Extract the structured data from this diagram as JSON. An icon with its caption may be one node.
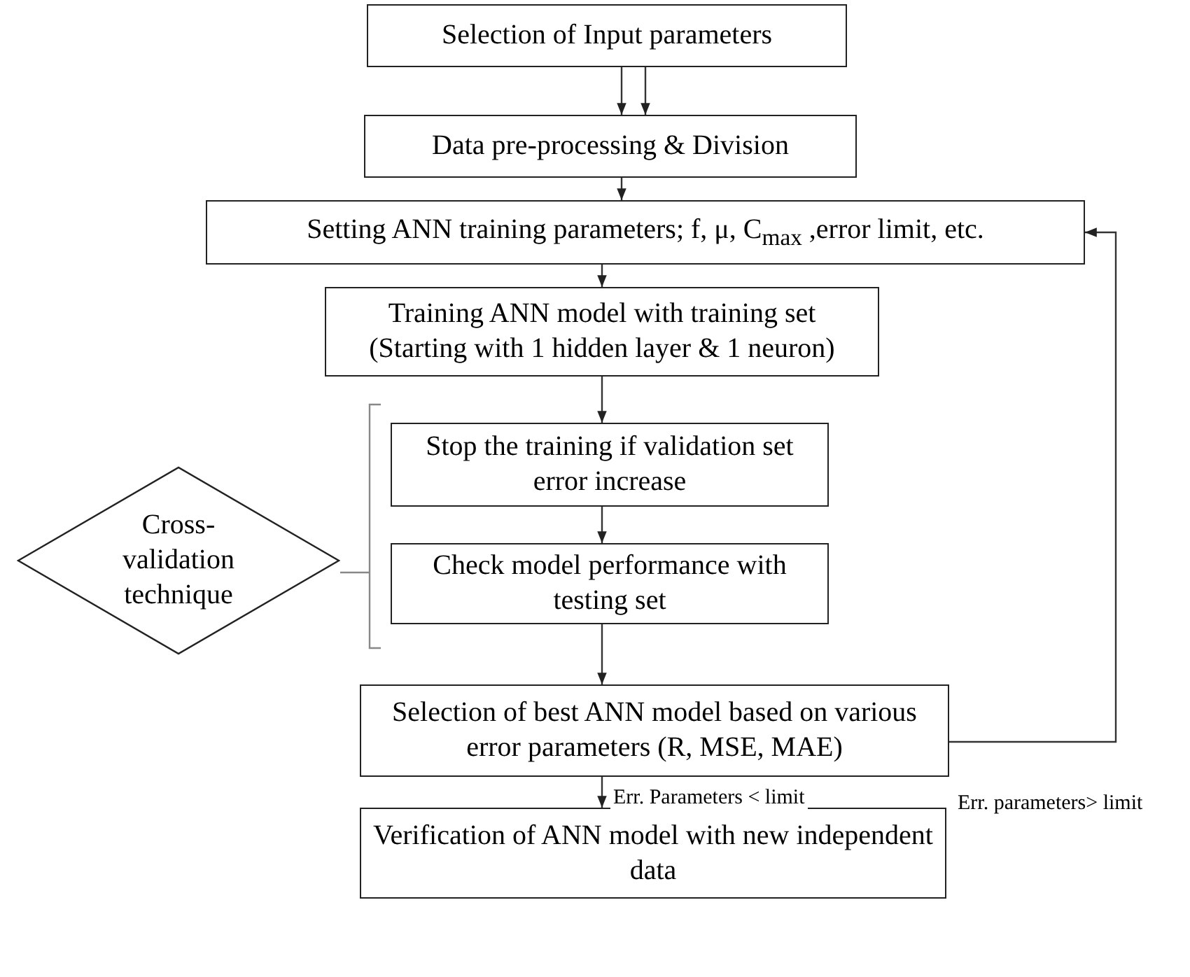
{
  "diagram": {
    "nodes": [
      {
        "text": [
          "Selection of Input parameters"
        ]
      },
      {
        "text": [
          "Data pre-processing & Division"
        ]
      },
      {
        "text": [
          "Setting ANN training parameters; f, μ, C$_{max}$ ,error limit, etc."
        ]
      },
      {
        "text": [
          "Training ANN model with training set (Starting with 1 hidden layer & 1 neuron)"
        ]
      },
      {
        "text": [
          "Stop the training if validation set error increase"
        ]
      },
      {
        "text": [
          "Check model performance with testing set"
        ]
      },
      {
        "text": [
          "Cross-validation technique"
        ]
      },
      {
        "text": [
          "Selection of best ANN model based on various error parameters (R, MSE, MAE)"
        ]
      },
      {
        "text": [
          "Verification of ANN model with new independent data"
        ]
      }
    ],
    "edges": [
      {
        "from": 0,
        "to": 1,
        "arrow": "to"
      },
      {
        "from": 0,
        "to": 1,
        "arrow": "to"
      },
      {
        "from": 1,
        "to": 2,
        "arrow": "to"
      },
      {
        "from": 2,
        "to": 3,
        "arrow": "to"
      },
      {
        "from": 3,
        "to": 4,
        "arrow": "to"
      },
      {
        "from": 4,
        "to": 5,
        "arrow": "to"
      },
      {
        "from": 5,
        "to": 7,
        "arrow": "to"
      },
      {
        "from": 7,
        "to": 8,
        "arrow": "to",
        "label": "Err. Parameters < limit"
      },
      {
        "from": 7,
        "to": 2,
        "arrow": "to",
        "label": "Err. parameters> limit"
      }
    ]
  }
}
